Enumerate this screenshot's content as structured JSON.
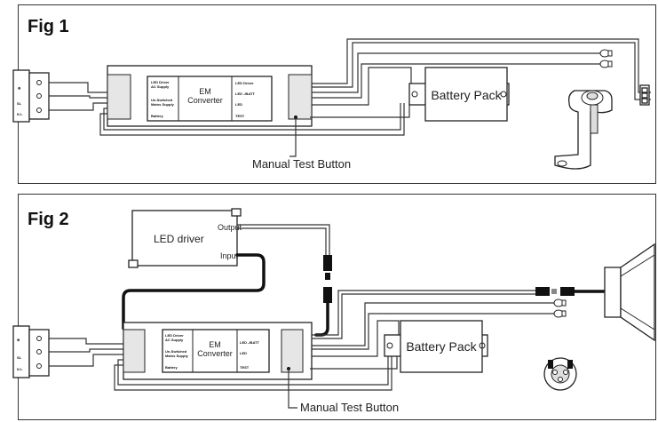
{
  "fig1": {
    "title": "Fig 1",
    "converter_label_line1": "EM",
    "converter_label_line2": "Converter",
    "converter_small": [
      "LED Driver",
      "AC Supply",
      "Un-Switched",
      "Mains Supply",
      "Battery",
      "LED Driver",
      "LED -/BATT",
      "LED",
      "TEST"
    ],
    "battery_label": "Battery Pack",
    "test_button_label": "Manual Test Button"
  },
  "fig2": {
    "title": "Fig 2",
    "driver_label": "LED driver",
    "driver_output": "Output",
    "driver_input": "Input",
    "converter_label_line1": "EM",
    "converter_label_line2": "Converter",
    "converter_small": [
      "LED Driver",
      "AC Supply",
      "Un-Switched",
      "Mains Supply",
      "Battery",
      "LED -/BATT",
      "LED",
      "TEST"
    ],
    "battery_label": "Battery Pack",
    "test_button_label": "Manual Test Button"
  }
}
